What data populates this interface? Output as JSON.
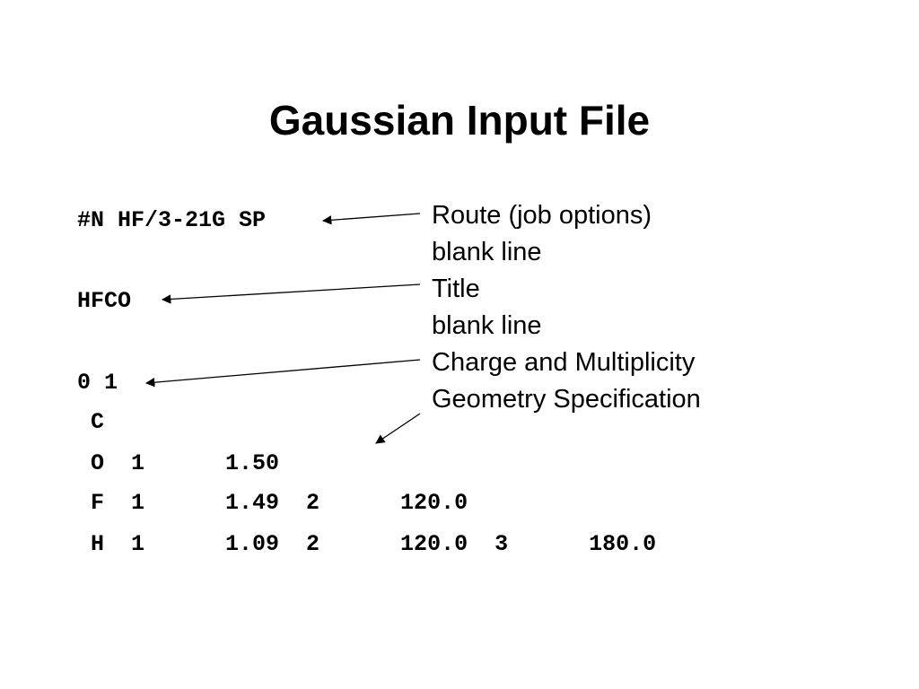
{
  "slide": {
    "title": "Gaussian Input File"
  },
  "input_file": {
    "route": "#N HF/3-21G SP",
    "title_line": "HFCO",
    "charge_multiplicity": "0 1",
    "geometry": [
      " C",
      " O  1      1.50",
      " F  1      1.49  2      120.0",
      " H  1      1.09  2      120.0  3      180.0"
    ]
  },
  "annotations": {
    "route": "Route (job options)",
    "blank1": "blank line",
    "title": "Title",
    "blank2": "blank line",
    "charge": "Charge and Multiplicity",
    "geometry": "Geometry Specification"
  }
}
